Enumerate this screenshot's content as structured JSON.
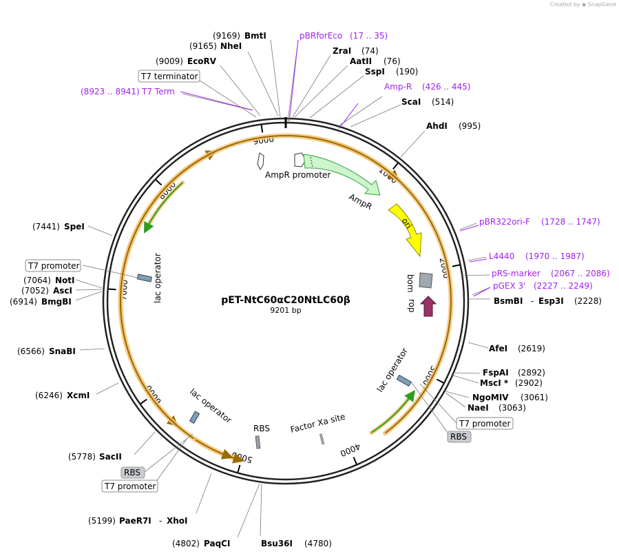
{
  "credit": {
    "prefix": "Created by",
    "brand": "SnapGene"
  },
  "plasmid": {
    "name": "pET-NtC60αC20NtLC60β",
    "length": "9201 bp"
  },
  "ticks": [
    "1000",
    "2000",
    "3000",
    "4000",
    "5000",
    "6000",
    "7000",
    "8000",
    "9000"
  ],
  "enzymes": [
    {
      "name": "BmtI",
      "pos": "(9169)"
    },
    {
      "name": "NheI",
      "pos": "(9165)"
    },
    {
      "name": "EcoRV",
      "pos": "(9009)"
    },
    {
      "name": "ZraI",
      "pos": "(74)"
    },
    {
      "name": "AatII",
      "pos": "(76)"
    },
    {
      "name": "SspI",
      "pos": "(190)"
    },
    {
      "name": "ScaI",
      "pos": "(514)"
    },
    {
      "name": "AhdI",
      "pos": "(995)"
    },
    {
      "name": "BsmBI",
      "pos": "",
      "extra": "Esp3I",
      "extra_pos": "(2228)"
    },
    {
      "name": "AfeI",
      "pos": "(2619)"
    },
    {
      "name": "FspAI",
      "pos": "(2892)"
    },
    {
      "name": "MscI *",
      "pos": "(2902)"
    },
    {
      "name": "NgoMIV",
      "pos": "(3061)"
    },
    {
      "name": "NaeI",
      "pos": "(3063)"
    },
    {
      "name": "Bsu36I",
      "pos": "(4780)"
    },
    {
      "name": "PaqCI",
      "pos": "(4802)"
    },
    {
      "name": "PaeR7I",
      "pos": "(5199)",
      "extra": "XhoI"
    },
    {
      "name": "SacII",
      "pos": "(5778)"
    },
    {
      "name": "XcmI",
      "pos": "(6246)"
    },
    {
      "name": "SnaBI",
      "pos": "(6566)"
    },
    {
      "name": "BmgBI",
      "pos": "(6914)"
    },
    {
      "name": "AscI",
      "pos": "(7052)"
    },
    {
      "name": "NotI",
      "pos": "(7064)"
    },
    {
      "name": "SpeI",
      "pos": "(7441)"
    }
  ],
  "primers": [
    {
      "name": "pBRforEco",
      "range": "(17 .. 35)"
    },
    {
      "name": "Amp-R",
      "range": "(426 .. 445)"
    },
    {
      "name": "pBR322ori-F",
      "range": "(1728 .. 1747)"
    },
    {
      "name": "L4440",
      "range": "(1970 .. 1987)"
    },
    {
      "name": "pRS-marker",
      "range": "(2067 .. 2086)"
    },
    {
      "name": "pGEX 3'",
      "range": "(2227 .. 2249)"
    },
    {
      "name": "T7 Term",
      "range": "(8923 .. 8941)"
    }
  ],
  "features": {
    "t7_terminator": "T7 terminator",
    "t7_promoter": "T7 promoter",
    "rbs": "RBS",
    "ampr_promoter": "AmpR promoter",
    "ampr": "AmpR",
    "ori": "ori",
    "bom": "bom",
    "rop": "rop",
    "lac_operator": "lac operator",
    "factor_xa": "Factor Xa site"
  },
  "colors": {
    "primer": "#a020f0",
    "ampr_fill": "#ccf5cc",
    "ampr_stroke": "#4caf50",
    "ori_fill": "#ffff00",
    "rop_fill": "#993366",
    "bom_fill": "#a0a8b0",
    "orf_glow": "#f5c67a",
    "orf_line": "#9a6a00",
    "green_arrow": "#2e9e1f",
    "box_gray": "#c8ccd0"
  }
}
